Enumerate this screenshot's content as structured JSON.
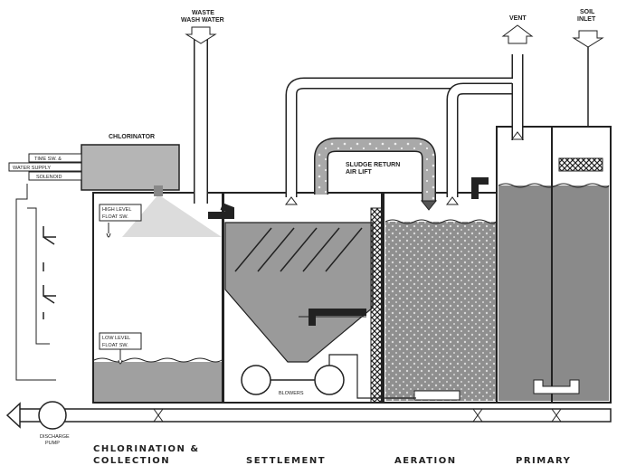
{
  "labels": {
    "waste_wash_water_1": "WASTE",
    "waste_wash_water_2": "WASH WATER",
    "vent": "VENT",
    "soil_inlet_1": "SOIL",
    "soil_inlet_2": "INLET",
    "chlorinator": "CHLORINATOR",
    "time_sw": "TIME SW. &",
    "water_supply": "WATER SUPPLY",
    "solenoid": "SOLENOID",
    "high_level_1": "HIGH LEVEL",
    "high_level_2": "FLOAT SW.",
    "low_level_1": "LOW LEVEL",
    "low_level_2": "FLOAT SW.",
    "sludge_return_1": "SLUDGE RETURN",
    "sludge_return_2": "AIR LIFT",
    "blowers": "BLOWERS",
    "discharge_pump_1": "DISCHARGE",
    "discharge_pump_2": "PUMP"
  },
  "sections": {
    "chlorination_1": "CHLORINATION  &",
    "chlorination_2": "COLLECTION",
    "settlement": "SETTLEMENT",
    "aeration": "AERATION",
    "primary": "PRIMARY"
  }
}
